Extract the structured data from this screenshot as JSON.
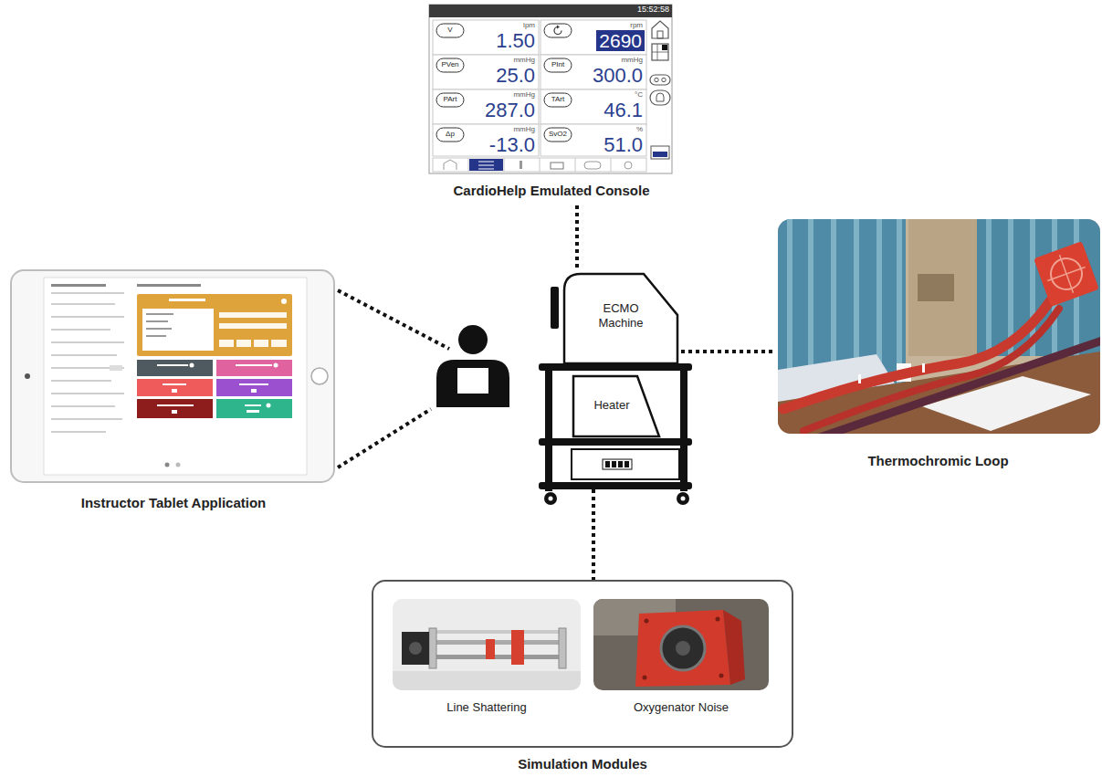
{
  "diagram": {
    "nodes": [
      {
        "text": [
          "CardioHelp Emulated Console"
        ]
      },
      {
        "text": [
          "Instructor Tablet Application"
        ]
      },
      {
        "text": [
          "ECMO Machine"
        ]
      },
      {
        "text": [
          "Heater"
        ]
      },
      {
        "text": [
          "Thermochromic Loop"
        ]
      },
      {
        "text": [
          "Simulation Modules"
        ]
      },
      {
        "text": [
          "Line Shattering"
        ],
        "in": 5
      },
      {
        "text": [
          "Oxygenator Noise"
        ],
        "in": 5
      }
    ],
    "edges": [
      {
        "from": 0,
        "to": 2,
        "arrow": "none"
      },
      {
        "from": 2,
        "to": 4,
        "arrow": "none"
      },
      {
        "from": 3,
        "to": 5,
        "arrow": "none"
      }
    ],
    "labels": [
      "15:52:58",
      "V",
      "lpm",
      "1.50",
      "rpm",
      "2690",
      "PVen",
      "mmHg",
      "25.0",
      "PInt",
      "mmHg",
      "300.0",
      "PArt",
      "mmHg",
      "287.0",
      "TArt",
      "°C",
      "46.1",
      "Δp",
      "mmHg",
      "-13.0",
      "SvO2",
      "%",
      "51.0"
    ]
  }
}
